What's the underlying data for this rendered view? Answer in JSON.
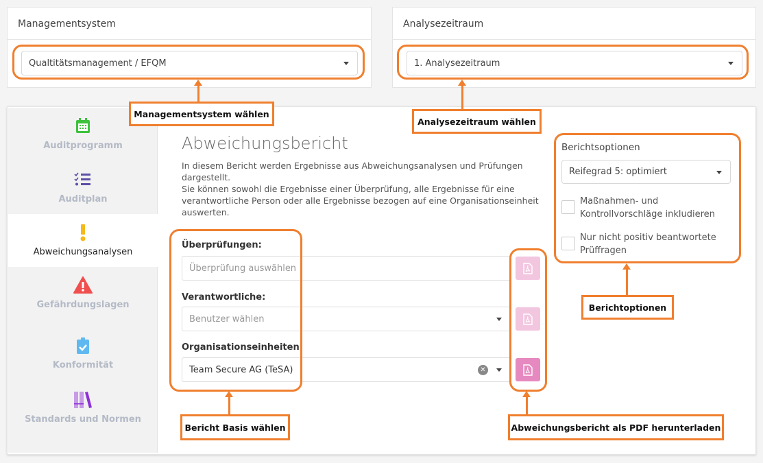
{
  "management": {
    "title": "Managementsystem",
    "value": "Qualtitätsmanagement / EFQM"
  },
  "period": {
    "title": "Analysezeitraum",
    "value": "1. Analysezeitraum"
  },
  "sidebar": {
    "items": [
      {
        "label": "Auditprogramm"
      },
      {
        "label": "Auditplan"
      },
      {
        "label": "Abweichungsanalysen"
      },
      {
        "label": "Gefährdungslagen"
      },
      {
        "label": "Konformität"
      },
      {
        "label": "Standards und Normen"
      }
    ]
  },
  "main": {
    "title": "Abweichungsbericht",
    "description": [
      "In diesem Bericht werden Ergebnisse aus Abweichungsanalysen und Prüfungen dargestellt.",
      "Sie können sowohl die Ergebnisse einer Überprüfung, alle Ergebnisse für eine verantwortliche Person oder alle Ergebnisse bezogen auf eine Organisationseinheit auswerten."
    ],
    "fields": [
      {
        "label": "Überprüfungen:",
        "placeholder": "Überprüfung auswählen"
      },
      {
        "label": "Verantwortliche:",
        "placeholder": "Benutzer wählen"
      },
      {
        "label": "Organisationseinheiten:",
        "value": "Team Secure AG (TeSA)"
      }
    ]
  },
  "options": {
    "title": "Berichtsoptionen",
    "maturity": "Reifegrad 5: optimiert",
    "checkboxes": [
      {
        "label": "Maßnahmen- und Kontrollvorschläge inkludieren",
        "checked": false
      },
      {
        "label": "Nur nicht positiv beantwortete Prüffragen",
        "checked": false
      }
    ]
  },
  "callouts": {
    "management": "Managementsystem wählen",
    "period": "Analysezeitraum wählen",
    "options": "Berichtoptionen",
    "basis": "Bericht Basis wählen",
    "pdf": "Abweichungsbericht als PDF herunterladen"
  }
}
